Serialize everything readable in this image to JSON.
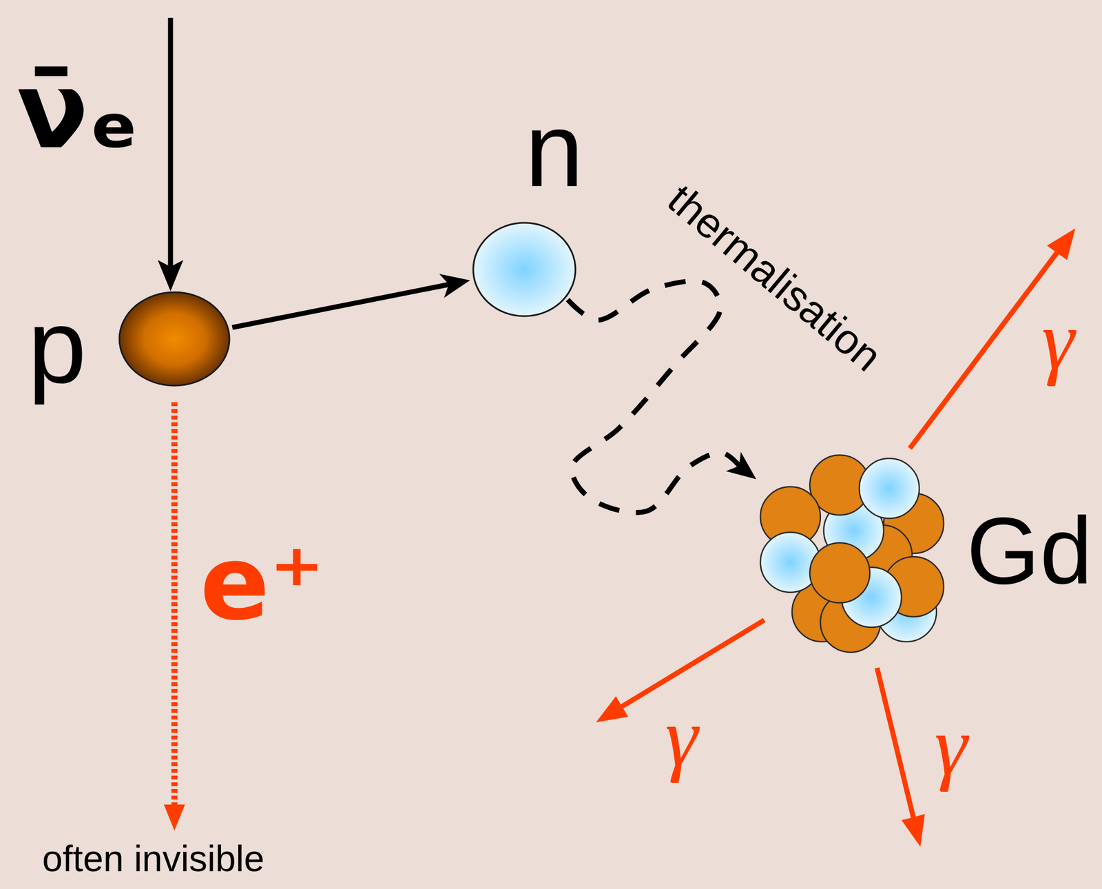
{
  "diagram": {
    "nodes": [
      {
        "text": [
          "p"
        ]
      },
      {
        "text": [
          "n"
        ]
      },
      {
        "text": [
          "Gd"
        ]
      }
    ],
    "edges": [
      {
        "from": 0,
        "to": 1,
        "arrow": "to"
      },
      {
        "from": 1,
        "to": 2,
        "arrow": "to",
        "label": "thermalisation"
      }
    ],
    "labels": [
      "ν̄ₑ",
      "e⁺",
      "often invisible",
      "γ",
      "γ",
      "γ"
    ]
  }
}
